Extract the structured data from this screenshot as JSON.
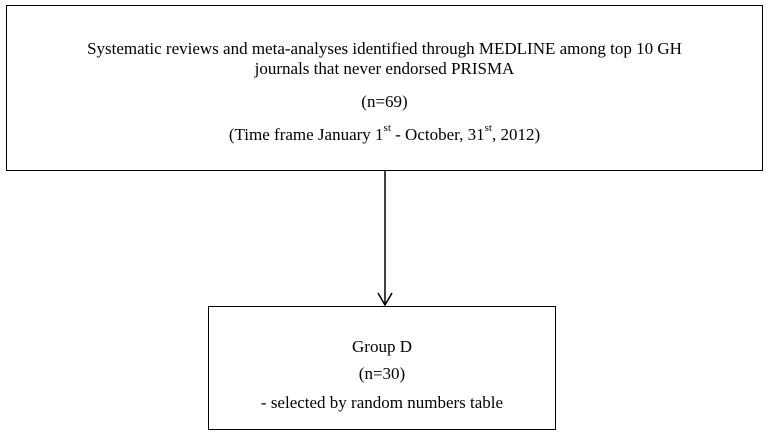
{
  "top_box": {
    "line1": "Systematic reviews and meta-analyses identified through MEDLINE among top 10 GH",
    "line2": "journals that never endorsed PRISMA",
    "count": "(n=69)",
    "timeframe": {
      "prefix": "(Time frame January 1",
      "sup1": "st",
      "middle": " - October, 31",
      "sup2": "st",
      "suffix": ", 2012)"
    }
  },
  "bottom_box": {
    "title": "Group D",
    "count": "(n=30)",
    "note": "- selected by random numbers table"
  }
}
